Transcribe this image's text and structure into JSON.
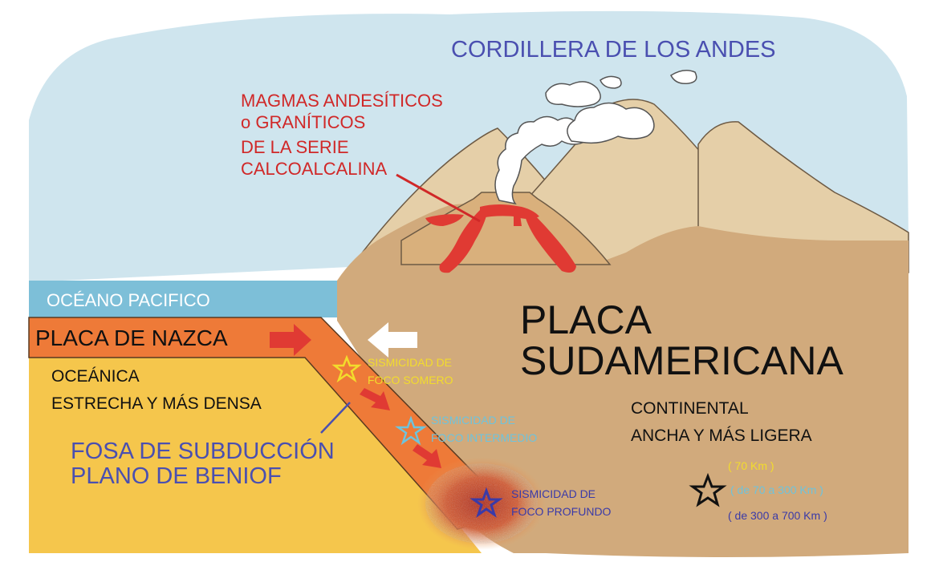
{
  "title": "CORDILLERA DE LOS ANDES",
  "magma": {
    "line1": "MAGMAS ANDESÍTICOS",
    "line2": "o GRANÍTICOS",
    "line3": "DE LA SERIE",
    "line4": "CALCOALCALINA"
  },
  "ocean_label": "OCÉANO PACIFICO",
  "nazca": {
    "name": "PLACA DE NAZCA",
    "desc1": "OCEÁNICA",
    "desc2": "ESTRECHA Y MÁS DENSA"
  },
  "trench": {
    "line1": "FOSA DE SUBDUCCIÓN",
    "line2": "PLANO DE BENIOF"
  },
  "south_american": {
    "line1": "PLACA",
    "line2": "SUDAMERICANA",
    "desc1": "CONTINENTAL",
    "desc2": "ANCHA Y MÁS LIGERA"
  },
  "seismicity": {
    "shallow": [
      "SISMICIDAD DE",
      "FOCO SOMERO"
    ],
    "intermediate": [
      "SISMICIDAD DE",
      "FOCO INTERMEDIO"
    ],
    "deep": [
      "SISMICIDAD DE",
      "FOCO PROFUNDO"
    ]
  },
  "legend": {
    "shallow": "( 70 Km )",
    "intermediate": "( de 70 a 300 Km )",
    "deep": "( de 300 a 700 Km )"
  },
  "colors": {
    "sky": "#cfe5ee",
    "ocean": "#7dbfd8",
    "nazca_plate": "#ee7a38",
    "oceanic_crust": "#f5c64c",
    "continent": "#d1aa7c",
    "mountain": "#e5cfa8",
    "magma": "#e03a33",
    "title_blue": "#4a4fb0",
    "magma_text": "#d02828",
    "star_shallow": "#f2dc2c",
    "star_intermediate": "#6ec3dc",
    "star_deep": "#3a3aa8"
  }
}
